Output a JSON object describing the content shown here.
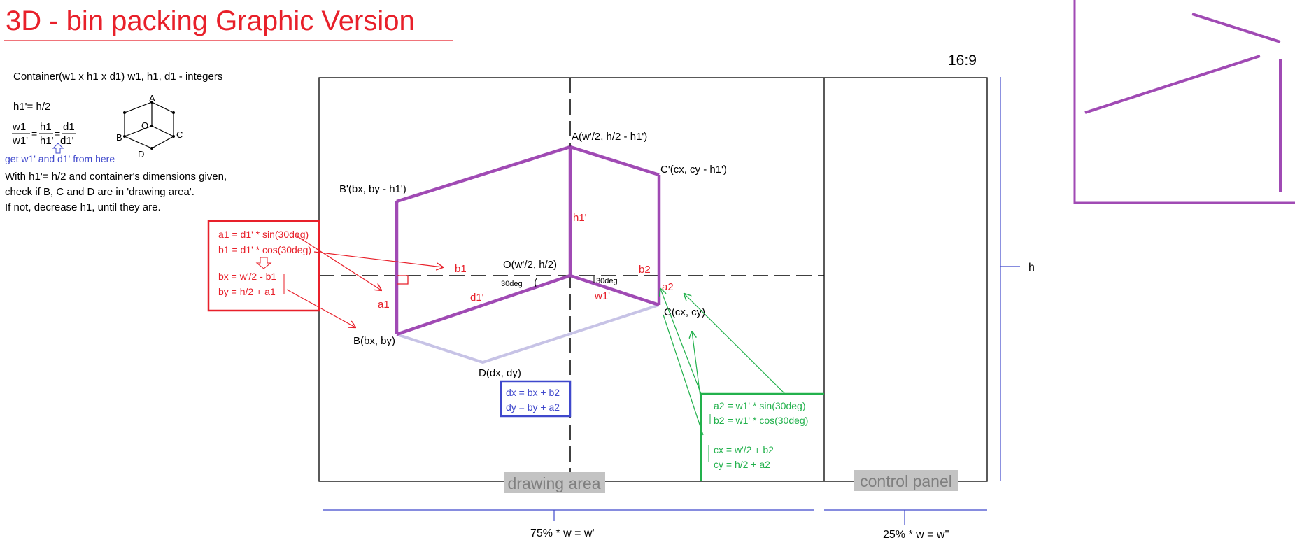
{
  "title": "3D - bin packing Graphic Version",
  "aspect_ratio": "16:9",
  "colors": {
    "title": "#e8202a",
    "purple": "#a04ab4",
    "lavender": "#c7c3e6",
    "red": "#e8202a",
    "green": "#22b14c",
    "blue": "#3f48cc",
    "gray_label_bg": "#c3c3c3",
    "gray_label_text": "#7f7f7f"
  },
  "notes": {
    "container": "Container(w1 x h1 x d1)   w1, h1, d1 - integers",
    "h1_prime": "h1'= h/2",
    "ratio": {
      "w1": "w1",
      "w1p": "w1'",
      "h1": "h1",
      "h1p": "h1'",
      "d1": "d1",
      "d1p": "d1'"
    },
    "hint": "get w1' and d1' from here",
    "check_line1": "With h1'= h/2 and container's dimensions given,",
    "check_line2": "check if B, C and D are in 'drawing area'.",
    "check_line3": " If not, decrease h1, until they are."
  },
  "mini_cube": {
    "A": "A",
    "B": "B",
    "C": "C",
    "D": "D",
    "O": "O"
  },
  "points": {
    "A": "A(w'/2, h/2 - h1')",
    "Bp": "B'(bx, by - h1')",
    "Cp": "C'(cx, cy - h1')",
    "O": "O(w'/2, h/2)",
    "B": "B(bx, by)",
    "C": "C(cx, cy)",
    "D": "D(dx, dy)"
  },
  "edge_labels": {
    "h1p": "h1'",
    "d1p": "d1'",
    "w1p": "w1'",
    "b1": "b1",
    "b2": "b2",
    "a1": "a1",
    "a2": "a2",
    "deg_left": "30deg",
    "deg_right": "30deg"
  },
  "red_box": {
    "line1": "a1 = d1' * sin(30deg)",
    "line2": "b1 = d1' * cos(30deg)",
    "line3": "bx = w'/2 - b1",
    "line4": "by = h/2 + a1"
  },
  "blue_box": {
    "line1": "dx = bx + b2",
    "line2": "dy = by + a2"
  },
  "green_box": {
    "line1": "a2 = w1' * sin(30deg)",
    "line2": "b2 = w1' * cos(30deg)",
    "line3": "cx = w'/2 + b2",
    "line4": "cy = h/2 + a2"
  },
  "areas": {
    "drawing": "drawing area",
    "control": "control panel"
  },
  "dimensions": {
    "h": "h",
    "w_prime": "75% * w   = w'",
    "w_double": "25% * w   = w''"
  }
}
